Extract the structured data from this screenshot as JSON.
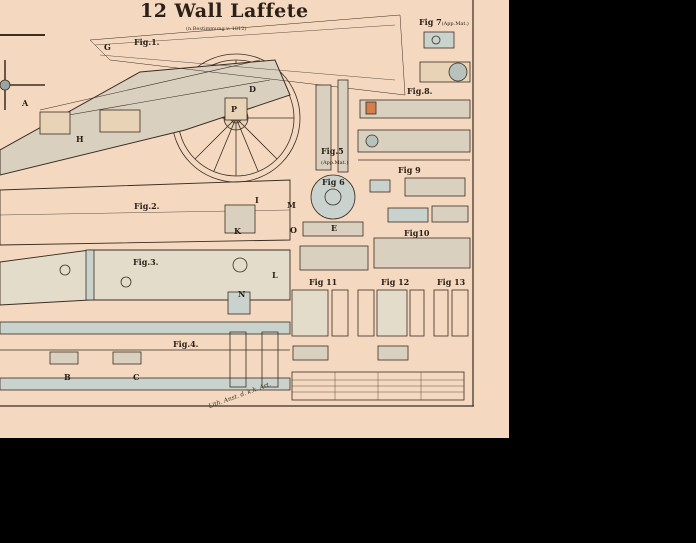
{
  "title": "12 Wall Laffete",
  "subtitle": "(n.Bestimmung v. 1812)",
  "figures": [
    {
      "id": "fig1",
      "label": "Fig.1.",
      "sub": ""
    },
    {
      "id": "fig2",
      "label": "Fig.2.",
      "sub": ""
    },
    {
      "id": "fig3",
      "label": "Fig.3.",
      "sub": ""
    },
    {
      "id": "fig4",
      "label": "Fig.4.",
      "sub": ""
    },
    {
      "id": "fig5",
      "label": "Fig.5",
      "sub": "(App.Mat.)"
    },
    {
      "id": "fig6",
      "label": "Fig 6",
      "sub": ""
    },
    {
      "id": "fig7",
      "label": "Fig 7",
      "sub": "(App.Mat.)"
    },
    {
      "id": "fig8",
      "label": "Fig.8.",
      "sub": ""
    },
    {
      "id": "fig9",
      "label": "Fig 9",
      "sub": ""
    },
    {
      "id": "fig10",
      "label": "Fig10",
      "sub": ""
    },
    {
      "id": "fig11",
      "label": "Fig 11",
      "sub": ""
    },
    {
      "id": "fig12",
      "label": "Fig 12",
      "sub": ""
    },
    {
      "id": "fig13",
      "label": "Fig 13",
      "sub": ""
    }
  ],
  "part_letters": [
    "G",
    "L",
    "K",
    "E",
    "D",
    "P",
    "B",
    "C",
    "H",
    "N",
    "O",
    "M",
    "A",
    "I"
  ],
  "signature": "Lith. Anst. d. k.k. Art."
}
